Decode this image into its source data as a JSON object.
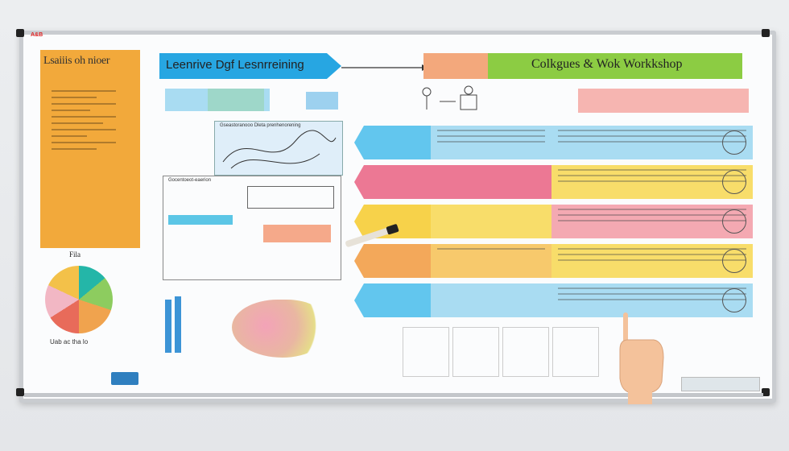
{
  "board": {
    "brand_mark": "A&B",
    "left_panel_title": "Lsaiiis oh nioer",
    "header_left": "Leenrive Dgf Lesnrreining",
    "header_right": "Colkgues & Wok Workkshop",
    "diagram_caption": "Gseastoranooo Dleta prenhenorening",
    "grid_caption": "Gocentoeot-eaerion",
    "pie_label": "Fila",
    "pie_footer": "Uab ac tha lo"
  },
  "colors": {
    "header_blue": "#27a6e2",
    "header_green": "#8ccc43",
    "left_panel": "#f2a93b"
  },
  "rows": [
    {
      "color": "blue",
      "icon": "person-icon"
    },
    {
      "color": "pink",
      "icon": "gear-icon"
    },
    {
      "color": "yellow",
      "icon": "target-icon"
    },
    {
      "color": "orange",
      "icon": "document-icon"
    },
    {
      "color": "blue",
      "icon": "chart-icon"
    }
  ]
}
